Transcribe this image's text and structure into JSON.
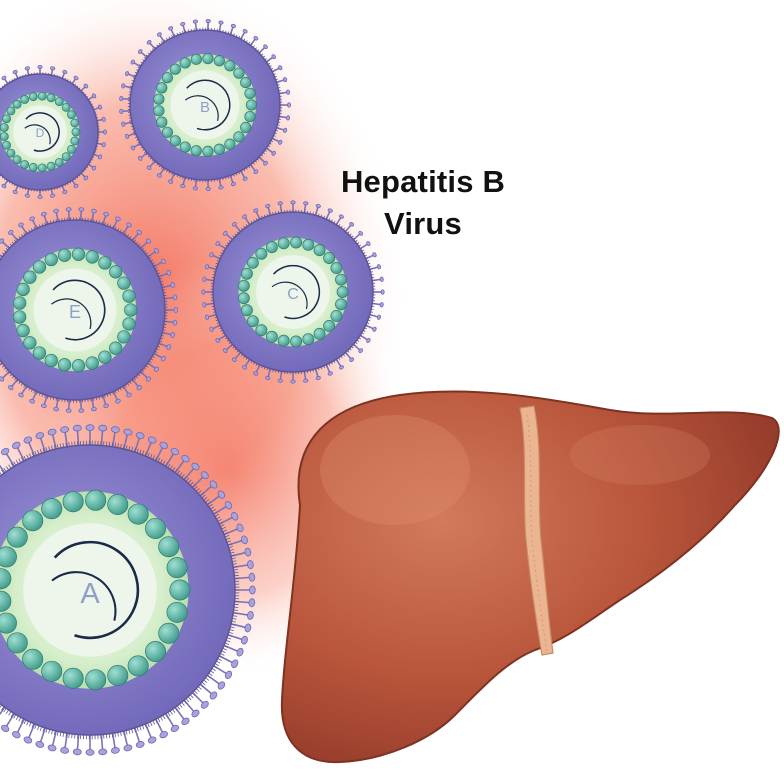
{
  "title": {
    "line1": "Hepatitis B",
    "line2": "Virus"
  },
  "virions": [
    {
      "id": "virion-d",
      "label": "D"
    },
    {
      "id": "virion-b",
      "label": "B"
    },
    {
      "id": "virion-e",
      "label": "E"
    },
    {
      "id": "virion-c",
      "label": "C"
    },
    {
      "id": "virion-a",
      "label": "A"
    }
  ],
  "colors": {
    "glow": "#f26a55",
    "envelope": "#8a82cc",
    "envelope_edge": "#6f66b8",
    "core_ring": "#cfe9c4",
    "capsomere": "#5bb8a8",
    "center": "#eef5ee",
    "liver": "#b8533a",
    "ligament": "#e9b58f"
  }
}
